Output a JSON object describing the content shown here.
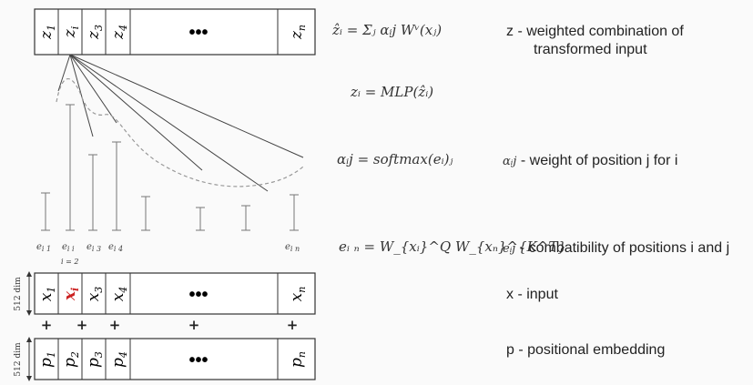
{
  "z_row": {
    "cells": [
      "z",
      "z",
      "z",
      "z"
    ],
    "cell_subs": [
      "1",
      "i",
      "3",
      "4"
    ],
    "dots": "•••",
    "last": "z",
    "last_sub": "n"
  },
  "x_row": {
    "dim_label": "512 dim",
    "cells": [
      "x",
      "x",
      "x",
      "x"
    ],
    "cell_subs": [
      "1",
      "i",
      "3",
      "4"
    ],
    "dots": "•••",
    "last": "x",
    "last_sub": "n",
    "highlight_color": "#cc2222"
  },
  "p_row": {
    "dim_label": "512 dim",
    "cells": [
      "p",
      "p",
      "p",
      "p"
    ],
    "cell_subs": [
      "1",
      "2",
      "3",
      "4"
    ],
    "dots": "•••",
    "last": "p",
    "last_sub": "n"
  },
  "plus_sign": "+",
  "e_labels": [
    "e",
    "e",
    "e",
    "e",
    "e"
  ],
  "e_subs": [
    "i 1",
    "i i",
    "i 3",
    "i 4",
    "i n"
  ],
  "i_eq_label": "i = 2",
  "equations": {
    "z_hat": "ẑᵢ = Σⱼ αᵢj Wᵛ(xⱼ)",
    "z_mlp": "zᵢ = MLP(ẑᵢ)",
    "alpha": "αᵢj = softmax(eᵢ)ⱼ",
    "e_in": "eᵢ ₙ = W_{xᵢ}^Q W_{xₙ}^{K^T}"
  },
  "descriptions": {
    "z_line1": "z  - weighted combination of",
    "z_line2": "transformed input",
    "alpha_sym": "αᵢj",
    "alpha_desc": " - weight of position j for i",
    "e_sym": "eᵢj",
    "e_desc": " - combatibility of positions i and j",
    "x_desc": "x  - input",
    "p_desc": "p  - positional embedding"
  },
  "colors": {
    "line": "#333333",
    "dashed": "#999999",
    "bar": "#777777",
    "highlight": "#cc2222"
  }
}
